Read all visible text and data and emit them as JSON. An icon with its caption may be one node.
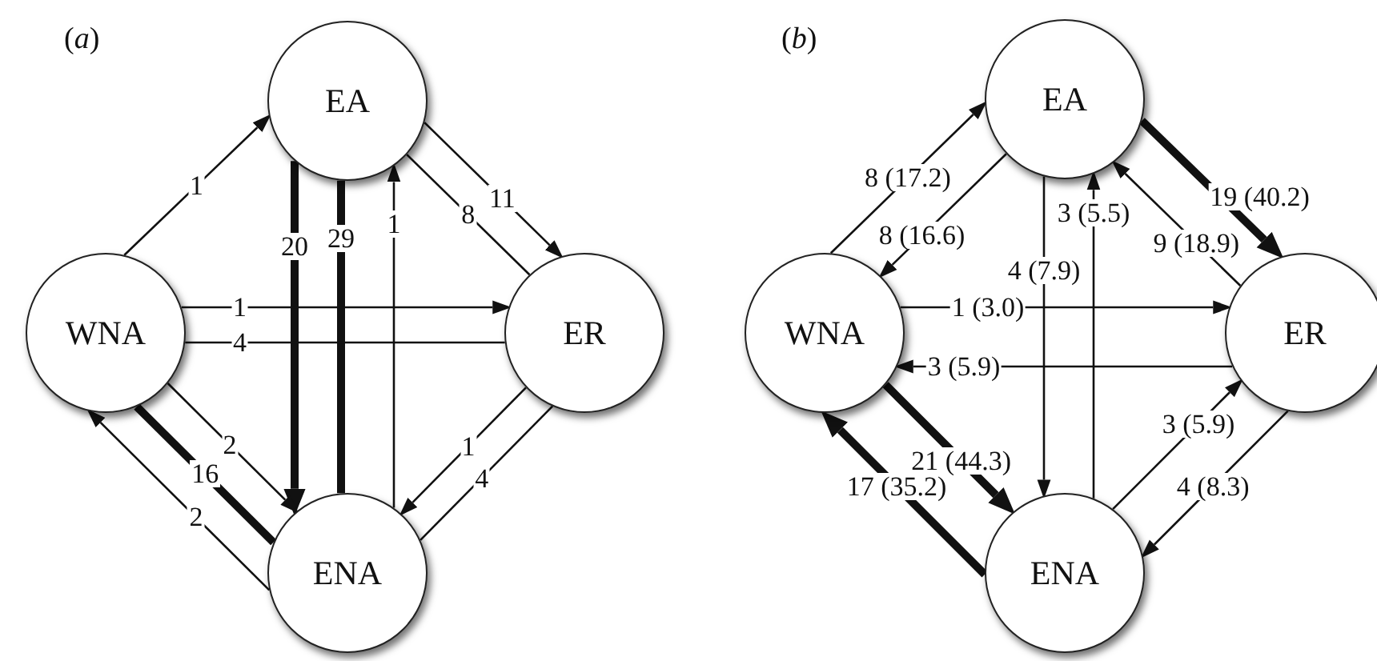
{
  "diagram": {
    "nodes": [
      {
        "text": [
          "EA"
        ]
      },
      {
        "text": [
          "WNA"
        ]
      },
      {
        "text": [
          "ER"
        ]
      },
      {
        "text": [
          "ENA"
        ]
      },
      {
        "text": [
          "EA"
        ]
      },
      {
        "text": [
          "WNA"
        ]
      },
      {
        "text": [
          "ER"
        ]
      },
      {
        "text": [
          "ENA"
        ]
      }
    ],
    "edges": [
      {
        "from": 1,
        "to": 0,
        "arrow": "to",
        "label": "1"
      },
      {
        "from": 0,
        "to": 3,
        "arrow": "to",
        "label": "20",
        "style": "thick"
      },
      {
        "from": 3,
        "to": 0,
        "arrow": "none",
        "label": "29",
        "style": "thick"
      },
      {
        "from": 3,
        "to": 0,
        "arrow": "to",
        "label": "1"
      },
      {
        "from": 0,
        "to": 2,
        "arrow": "none",
        "label": "8"
      },
      {
        "from": 0,
        "to": 2,
        "arrow": "to",
        "label": "11"
      },
      {
        "from": 1,
        "to": 2,
        "arrow": "to",
        "label": "1"
      },
      {
        "from": 2,
        "to": 1,
        "arrow": "none",
        "label": "4"
      },
      {
        "from": 1,
        "to": 3,
        "arrow": "to",
        "label": "2"
      },
      {
        "from": 1,
        "to": 3,
        "arrow": "none",
        "label": "16",
        "style": "thick"
      },
      {
        "from": 3,
        "to": 1,
        "arrow": "to",
        "label": "2"
      },
      {
        "from": 2,
        "to": 3,
        "arrow": "to",
        "label": "1"
      },
      {
        "from": 2,
        "to": 3,
        "arrow": "none",
        "label": "4"
      },
      {
        "from": 5,
        "to": 4,
        "arrow": "to",
        "label": "8 (17.2)"
      },
      {
        "from": 4,
        "to": 5,
        "arrow": "to",
        "label": "8 (16.6)"
      },
      {
        "from": 4,
        "to": 7,
        "arrow": "to",
        "label": "4 (7.9)"
      },
      {
        "from": 7,
        "to": 4,
        "arrow": "to",
        "label": "3 (5.5)"
      },
      {
        "from": 4,
        "to": 6,
        "arrow": "to",
        "label": "19 (40.2)",
        "style": "thick"
      },
      {
        "from": 6,
        "to": 4,
        "arrow": "to",
        "label": "9 (18.9)"
      },
      {
        "from": 5,
        "to": 6,
        "arrow": "to",
        "label": "1 (3.0)"
      },
      {
        "from": 6,
        "to": 5,
        "arrow": "to",
        "label": "3 (5.9)"
      },
      {
        "from": 5,
        "to": 7,
        "arrow": "to",
        "label": "21 (44.3)",
        "style": "thick"
      },
      {
        "from": 7,
        "to": 5,
        "arrow": "to",
        "label": "17 (35.2)",
        "style": "thick"
      },
      {
        "from": 7,
        "to": 6,
        "arrow": "to",
        "label": "3 (5.9)"
      },
      {
        "from": 6,
        "to": 7,
        "arrow": "to",
        "label": "4 (8.3)"
      }
    ],
    "labels": [
      "(*a*)",
      "(*b*)"
    ]
  }
}
